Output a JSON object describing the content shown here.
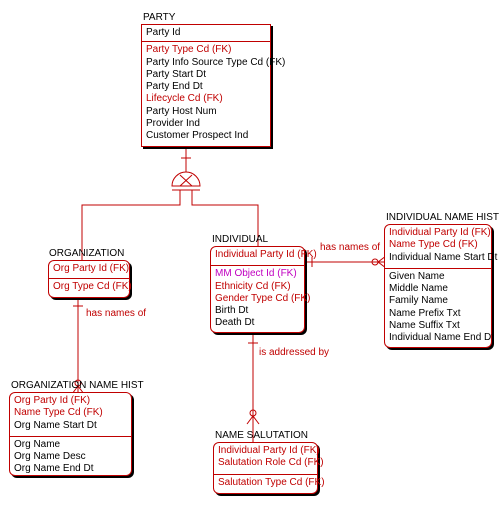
{
  "colors": {
    "relationship": "#c00000",
    "foreign_key": "#c00000",
    "alternate_key": "#c000c0",
    "attribute": "#000000",
    "shadow": "#000000"
  },
  "entities": {
    "party": {
      "name": "PARTY",
      "pk": [
        "Party Id"
      ],
      "attrs": [
        "Party Type Cd (FK)",
        "Party Info Source Type Cd (FK)",
        "Party Start Dt",
        "Party End Dt",
        "Lifecycle Cd (FK)",
        "Party Host Num",
        "Provider Ind",
        "Customer Prospect Ind"
      ]
    },
    "organization": {
      "name": "ORGANIZATION",
      "pk": [
        "Org Party Id (FK)"
      ],
      "attrs": [
        "Org Type Cd (FK)"
      ]
    },
    "individual": {
      "name": "INDIVIDUAL",
      "pk": [
        "Individual Party Id (FK)"
      ],
      "attrs": [
        "MM Object Id (FK)",
        "Ethnicity Cd (FK)",
        "Gender Type Cd (FK)",
        "Birth Dt",
        "Death Dt"
      ]
    },
    "individual_name_hist": {
      "name": "INDIVIDUAL NAME HIST",
      "pk": [
        "Individual Party Id (FK)",
        "Name Type Cd (FK)",
        "Individual Name Start Dt"
      ],
      "attrs": [
        "Given Name",
        "Middle Name",
        "Family Name",
        "Name Prefix Txt",
        "Name Suffix Txt",
        "Individual Name End Dt"
      ]
    },
    "organization_name_hist": {
      "name": "ORGANIZATION NAME HIST",
      "pk": [
        "Org Party Id (FK)",
        "Name Type Cd (FK)",
        "Org Name Start Dt"
      ],
      "attrs": [
        "Org Name",
        "Org Name Desc",
        "Org Name End Dt"
      ]
    },
    "name_salutation": {
      "name": "NAME SALUTATION",
      "pk": [
        "Individual Party Id (FK)",
        "Salutation Role Cd (FK)"
      ],
      "attrs": [
        "Salutation Type Cd (FK)"
      ]
    }
  },
  "relationships": {
    "org_name_hist": "has names of",
    "ind_name_hist": "has names of",
    "salutation": "is addressed by"
  }
}
